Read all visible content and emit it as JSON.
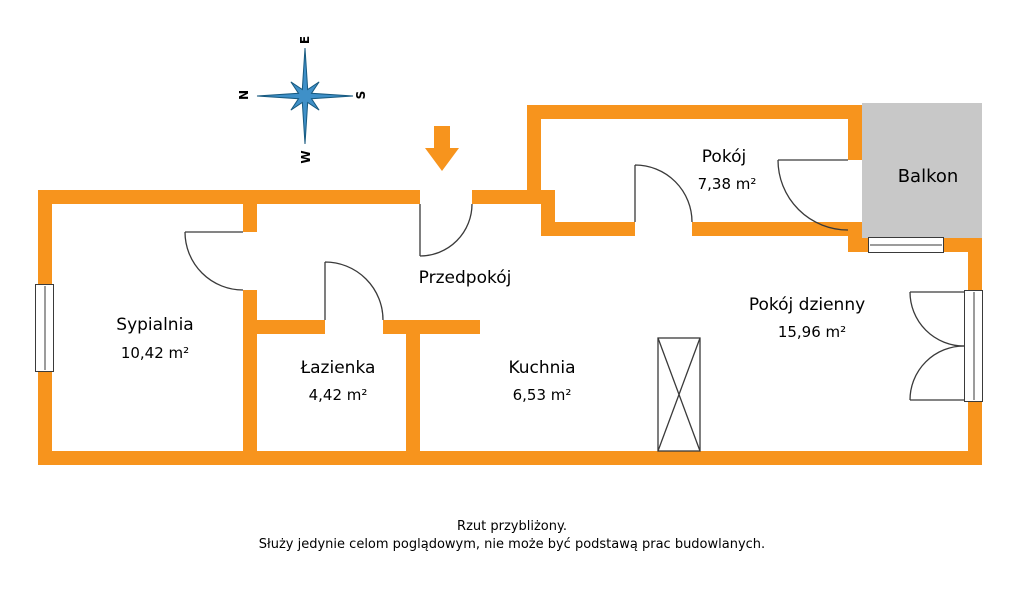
{
  "colors": {
    "wall": "#F7941D",
    "balcony_fill": "#C8C8C8",
    "compass_blue": "#3F90C8",
    "line": "#3A3A3A"
  },
  "compass": {
    "top": "E",
    "right": "S",
    "bottom": "W",
    "left": "N"
  },
  "rooms": {
    "sypialnia": {
      "name": "Sypialnia",
      "area": "10,42 m²"
    },
    "lazienka": {
      "name": "Łazienka",
      "area": "4,42 m²"
    },
    "przedpokoj": {
      "name": "Przedpokój"
    },
    "kuchnia": {
      "name": "Kuchnia",
      "area": "6,53 m²"
    },
    "pokoj": {
      "name": "Pokój",
      "area": "7,38 m²"
    },
    "pokoj_dzienny": {
      "name": "Pokój dzienny",
      "area": "15,96 m²"
    },
    "balkon": {
      "name": "Balkon"
    }
  },
  "footer": {
    "line1": "Rzut przybliżony.",
    "line2": "Służy jedynie celom poglądowym, nie może być podstawą prac budowlanych."
  }
}
